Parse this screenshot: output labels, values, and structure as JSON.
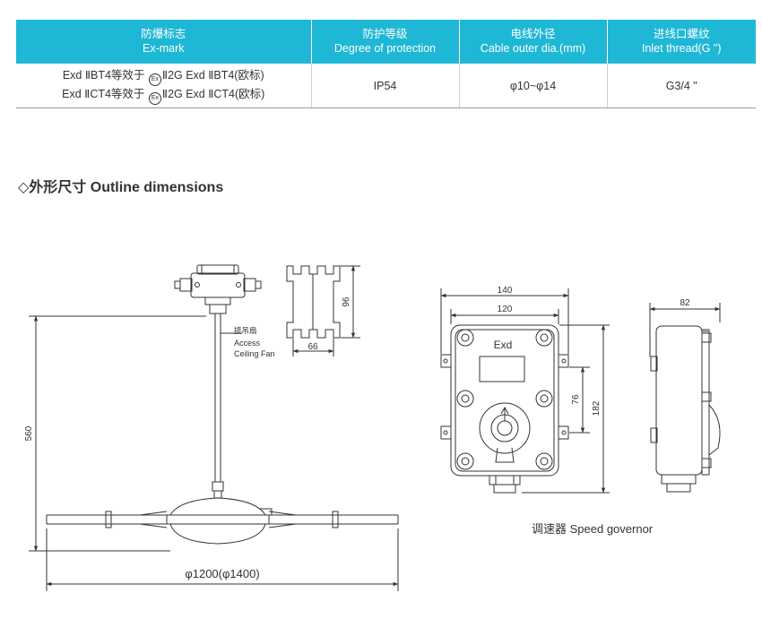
{
  "table": {
    "headers": [
      {
        "cn": "防爆标志",
        "en": "Ex-mark"
      },
      {
        "cn": "防护等级",
        "en": "Degree of protection"
      },
      {
        "cn": "电线外径",
        "en": "Cable outer dia.(mm)"
      },
      {
        "cn": "进线口螺纹",
        "en": "Inlet thread(G \")"
      }
    ],
    "row": {
      "exmark_line1_a": "Exd ⅡBT4等效于",
      "exmark_line1_b": "Ⅱ2G Exd ⅡBT4(欧标)",
      "exmark_line2_a": "Exd ⅡCT4等效于",
      "exmark_line2_b": "Ⅱ2G Exd ⅡCT4(欧标)",
      "ex_symbol": "Ex",
      "protection": "IP54",
      "cable_dia": "φ10~φ14",
      "inlet_thread": "G3/4 \""
    }
  },
  "section_title": "◇外形尺寸 Outline dimensions",
  "fan_drawing": {
    "height_label": "560",
    "diameter_label": "φ1200(φ1400)",
    "access_cn": "接吊扇",
    "access_en1": "Access",
    "access_en2": "Ceiling Fan",
    "bracket_height": "96",
    "bracket_width": "66"
  },
  "governor_drawing": {
    "width_outer": "140",
    "width_inner": "120",
    "height_total": "182",
    "mount_spacing": "76",
    "depth": "82",
    "exd_label": "Exd",
    "caption": "调速器 Speed governor"
  },
  "colors": {
    "header_bg": "#1fb7d6",
    "line": "#333333"
  }
}
